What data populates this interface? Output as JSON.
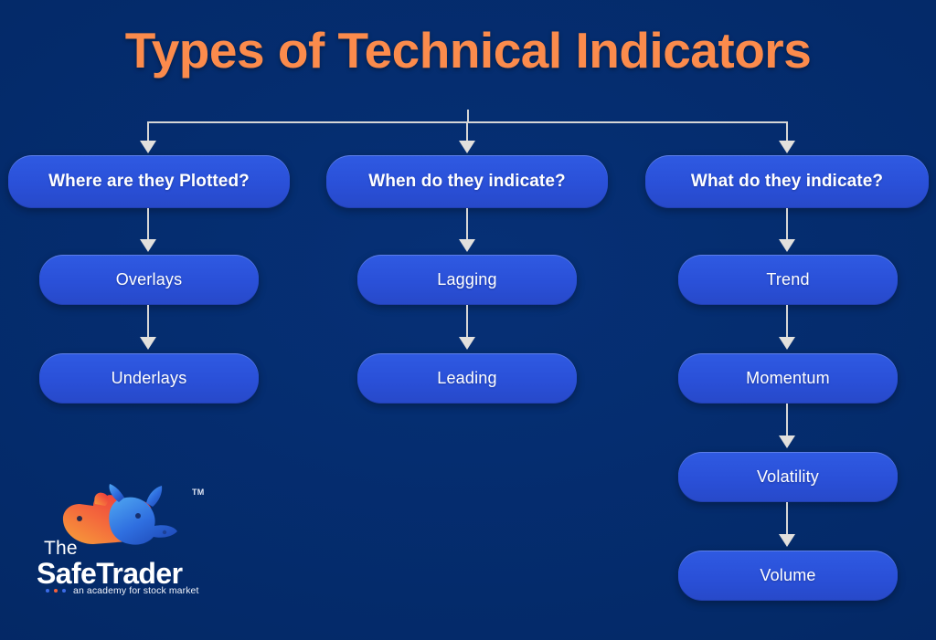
{
  "page": {
    "title": "Types of Technical Indicators",
    "background_color": "#042a69",
    "accent_color": "#fb8b4c",
    "node_color": "#2a50d8",
    "connector_color": "#d6d6d6"
  },
  "diagram": {
    "type": "flowchart",
    "root_label": "Types of Technical Indicators",
    "columns": [
      {
        "header": "Where are they Plotted?",
        "children": [
          "Overlays",
          "Underlays"
        ]
      },
      {
        "header": "When do they indicate?",
        "children": [
          "Lagging",
          "Leading"
        ]
      },
      {
        "header": "What do they indicate?",
        "children": [
          "Trend",
          "Momentum",
          "Volatility",
          "Volume"
        ]
      }
    ]
  },
  "logo": {
    "the": "The",
    "safe": "Safe",
    "trader": "Trader",
    "tm": "TM",
    "tagline": "an academy for stock market",
    "bear_color": "#f4613c",
    "bull_color": "#2f6fe0"
  }
}
